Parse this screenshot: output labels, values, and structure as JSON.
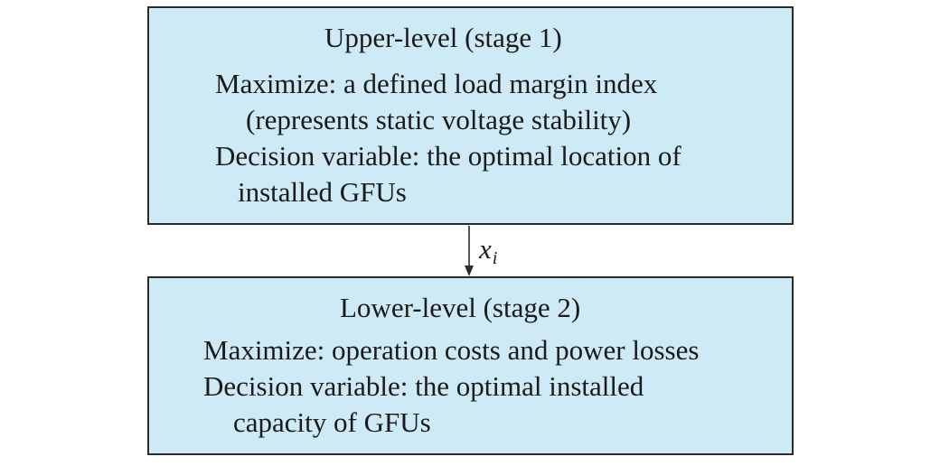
{
  "upper": {
    "title": "Upper-level (stage 1)",
    "objective_line1": "Maximize: a defined load margin index",
    "objective_line2": "(represents static voltage stability)",
    "decision_line1": "Decision variable: the optimal location of",
    "decision_line2": "installed GFUs"
  },
  "connector": {
    "variable": "x",
    "subscript": "i"
  },
  "lower": {
    "title": "Lower-level (stage 2)",
    "objective_line1": "Maximize: operation costs and power losses",
    "decision_line1": "Decision variable: the optimal installed",
    "decision_line2": "capacity of GFUs"
  },
  "colors": {
    "box_fill": "#cdeaf6",
    "box_border": "#2b2b2b",
    "text": "#1a1a1a"
  }
}
